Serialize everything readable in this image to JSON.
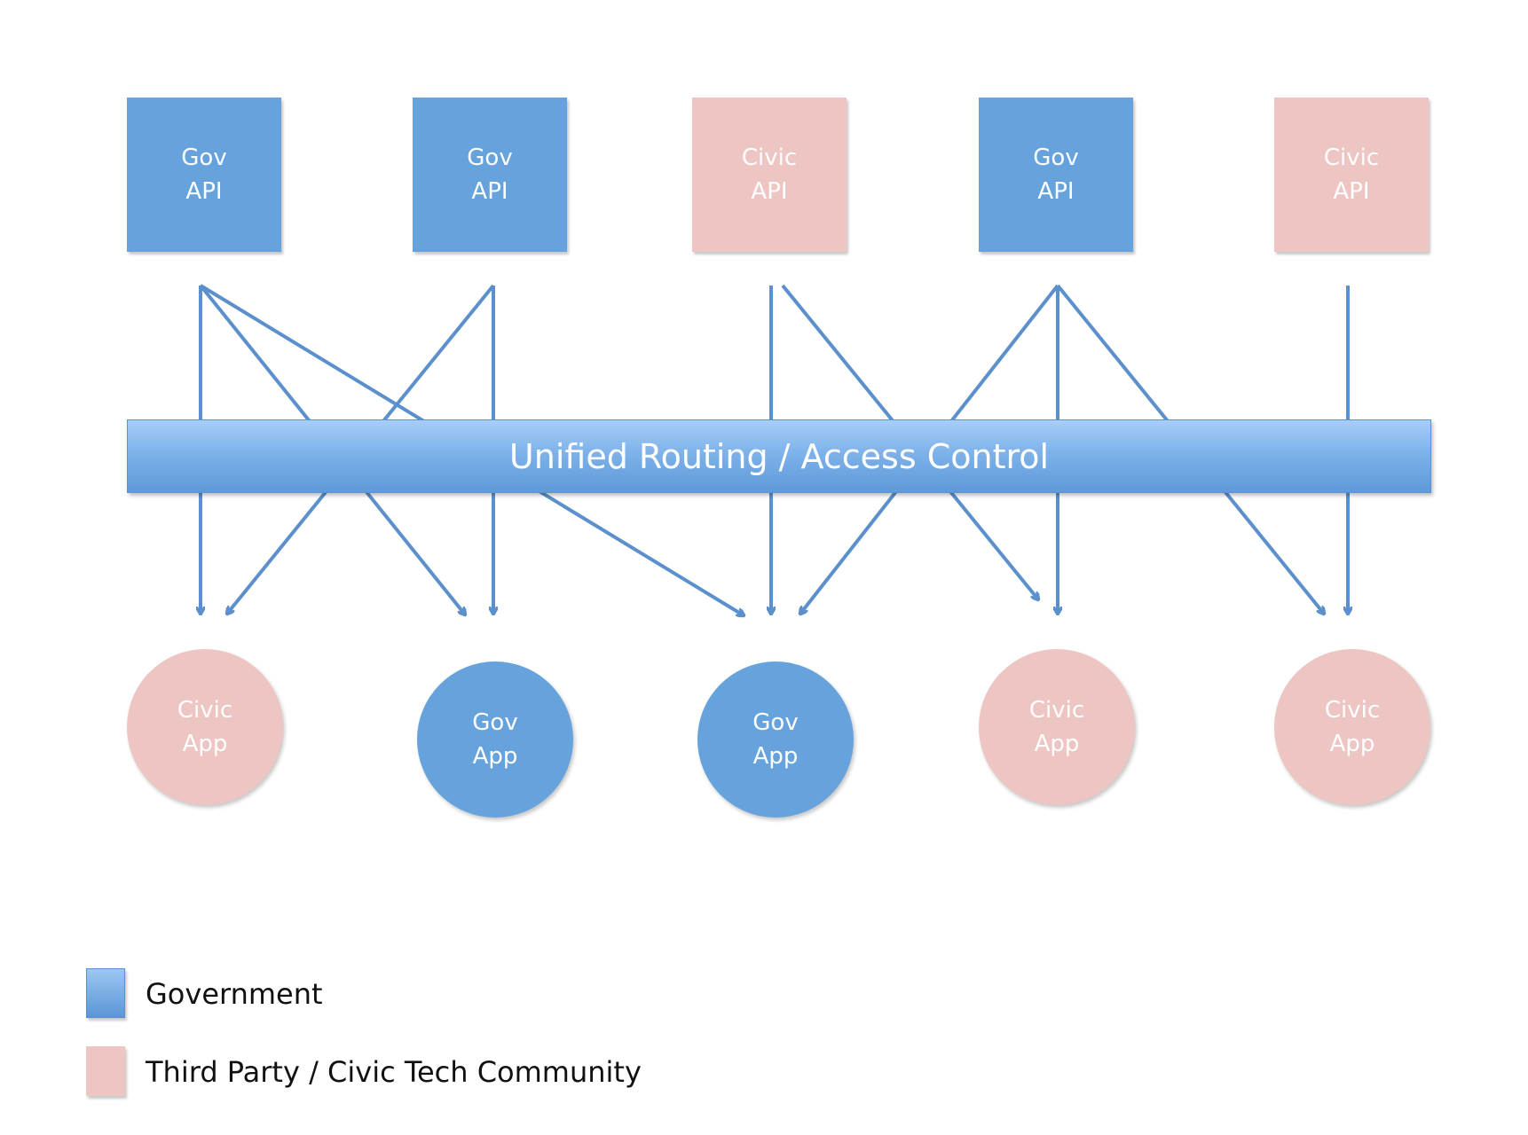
{
  "apis": [
    {
      "line1": "Gov",
      "line2": "API",
      "type": "gov"
    },
    {
      "line1": "Gov",
      "line2": "API",
      "type": "gov"
    },
    {
      "line1": "Civic",
      "line2": "API",
      "type": "civic"
    },
    {
      "line1": "Gov",
      "line2": "API",
      "type": "gov"
    },
    {
      "line1": "Civic",
      "line2": "API",
      "type": "civic"
    }
  ],
  "routing_bar": {
    "label": "Unified Routing / Access Control"
  },
  "apps": [
    {
      "line1": "Civic",
      "line2": "App",
      "type": "civic"
    },
    {
      "line1": "Gov",
      "line2": "App",
      "type": "gov"
    },
    {
      "line1": "Gov",
      "line2": "App",
      "type": "gov"
    },
    {
      "line1": "Civic",
      "line2": "App",
      "type": "civic"
    },
    {
      "line1": "Civic",
      "line2": "App",
      "type": "civic"
    }
  ],
  "connections": [
    {
      "from": "api-1",
      "to": "app-1"
    },
    {
      "from": "api-1",
      "to": "app-2"
    },
    {
      "from": "api-1",
      "to": "app-3"
    },
    {
      "from": "api-2",
      "to": "app-1"
    },
    {
      "from": "api-2",
      "to": "app-2"
    },
    {
      "from": "api-3",
      "to": "app-3"
    },
    {
      "from": "api-3",
      "to": "app-4"
    },
    {
      "from": "api-4",
      "to": "app-3"
    },
    {
      "from": "api-4",
      "to": "app-4"
    },
    {
      "from": "api-4",
      "to": "app-5"
    },
    {
      "from": "api-5",
      "to": "app-5"
    }
  ],
  "legend": {
    "gov_label": "Government",
    "civic_label": "Third Party / Civic Tech Community"
  },
  "colors": {
    "gov": "#66a3dd",
    "civic": "#edc6c4",
    "arrow": "#5b90cc"
  }
}
